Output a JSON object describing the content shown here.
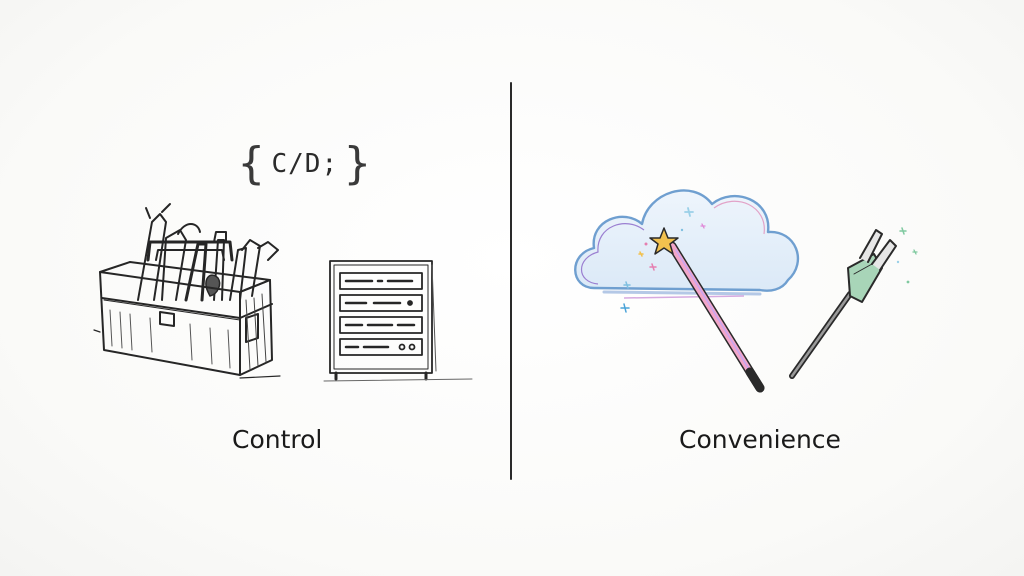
{
  "left": {
    "code": {
      "open_brace": "{",
      "text": "C/D;",
      "close_brace": "}"
    },
    "caption": "Control"
  },
  "right": {
    "caption": "Convenience"
  },
  "icons": {
    "left": [
      "toolbox-icon",
      "server-rack-icon"
    ],
    "right": [
      "cloud-icon",
      "magic-wand-icon",
      "power-plug-icon"
    ]
  },
  "colors": {
    "ink": "#222222",
    "cloud_blue": "#9fc4e6",
    "wand_pink": "#f2a6c9",
    "star_gold": "#f2c14e",
    "plug_green": "#a8d5b8"
  }
}
